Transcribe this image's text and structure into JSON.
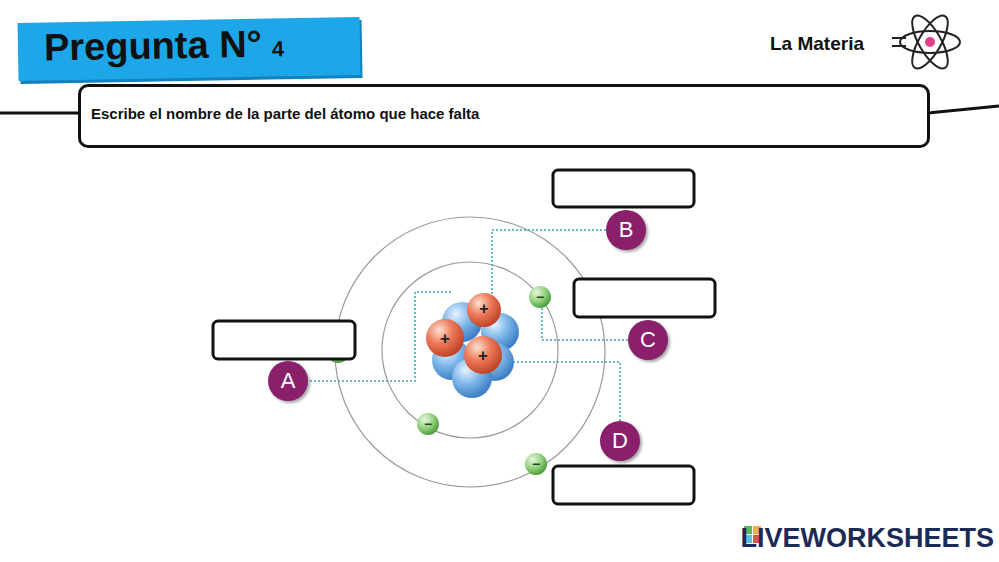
{
  "diagram": {
    "nodes": [
      {
        "text": [
          "Pregunta N°",
          "4"
        ]
      },
      {
        "text": [
          "Escribe el nombre de la parte del átomo que hace falta"
        ]
      },
      {
        "text": [
          "B"
        ]
      },
      {
        "text": [
          "C"
        ]
      },
      {
        "text": [
          "A"
        ]
      },
      {
        "text": [
          "D"
        ]
      }
    ],
    "labels": [
      "La Materia",
      "+",
      "+",
      "+",
      "−",
      "−",
      "−",
      "LIVEWORKSHEETS"
    ]
  }
}
